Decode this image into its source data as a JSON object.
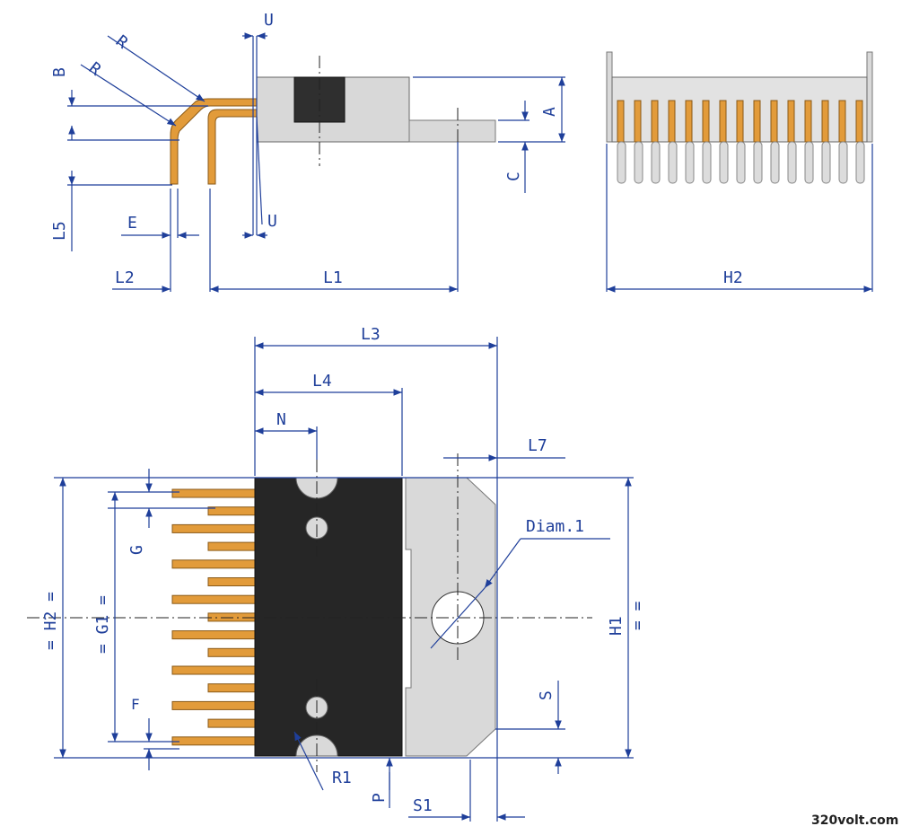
{
  "labels": {
    "B": "B",
    "R_upper": "R",
    "R_lower": "R",
    "U_top": "U",
    "U_bottom": "U",
    "A": "A",
    "C": "C",
    "L5": "L5",
    "E": "E",
    "L2": "L2",
    "L1": "L1",
    "H2_top": "H2",
    "L3": "L3",
    "L4": "L4",
    "N": "N",
    "L7": "L7",
    "Diam1": "Diam.1",
    "G": "G",
    "H2_side": "= H2 =",
    "G1": "= G1 =",
    "H1": "H1",
    "H1_eq": "= =",
    "F": "F",
    "R1": "R1",
    "P": "P",
    "S": "S",
    "S1": "S1"
  },
  "watermark": "320volt.com"
}
